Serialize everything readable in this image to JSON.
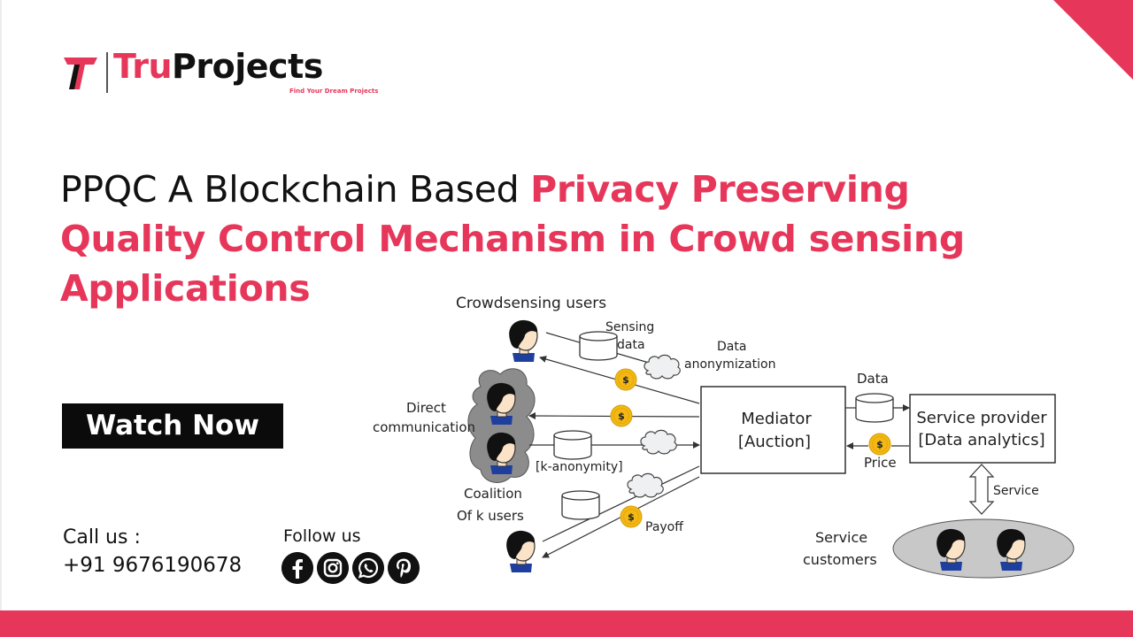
{
  "brand": {
    "name_part1": "Tru",
    "name_part2": "Projects",
    "tagline": "Find Your Dream Projects"
  },
  "headline": {
    "plain": "PPQC A Blockchain Based ",
    "accent_line1": "Privacy Preserving",
    "accent_line2": "Quality Control Mechanism in Crowd sensing",
    "accent_line3": "Applications"
  },
  "cta": {
    "watch_label": "Watch Now"
  },
  "contact": {
    "call_label": "Call us :",
    "phone": "+91 9676190678",
    "follow_label": "Follow us"
  },
  "socials": [
    "facebook-icon",
    "instagram-icon",
    "whatsapp-icon",
    "pinterest-icon"
  ],
  "diagram": {
    "crowdsensing_users": "Crowdsensing users",
    "sensing": "Sensing",
    "data": "data",
    "data_label": "Data",
    "anonymization": "anonymization",
    "direct": "Direct",
    "communication": "communication",
    "k_anonymity": "[k-anonymity]",
    "coalition": "Coalition",
    "of_k_users": "Of k users",
    "payoff": "Payoff",
    "mediator": "Mediator",
    "auction": "[Auction]",
    "data_top": "Data",
    "price": "Price",
    "service_provider": "Service provider",
    "data_analytics": "[Data analytics]",
    "service": "Service",
    "service_word": "Service",
    "customers": "customers"
  },
  "colors": {
    "accent": "#e6375a",
    "dark": "#111111",
    "coin": "#f2b814",
    "cloud_fill": "#eef0f2",
    "coalition_fill": "#8c8c8c",
    "ellipse_fill": "#c8c8c8"
  }
}
